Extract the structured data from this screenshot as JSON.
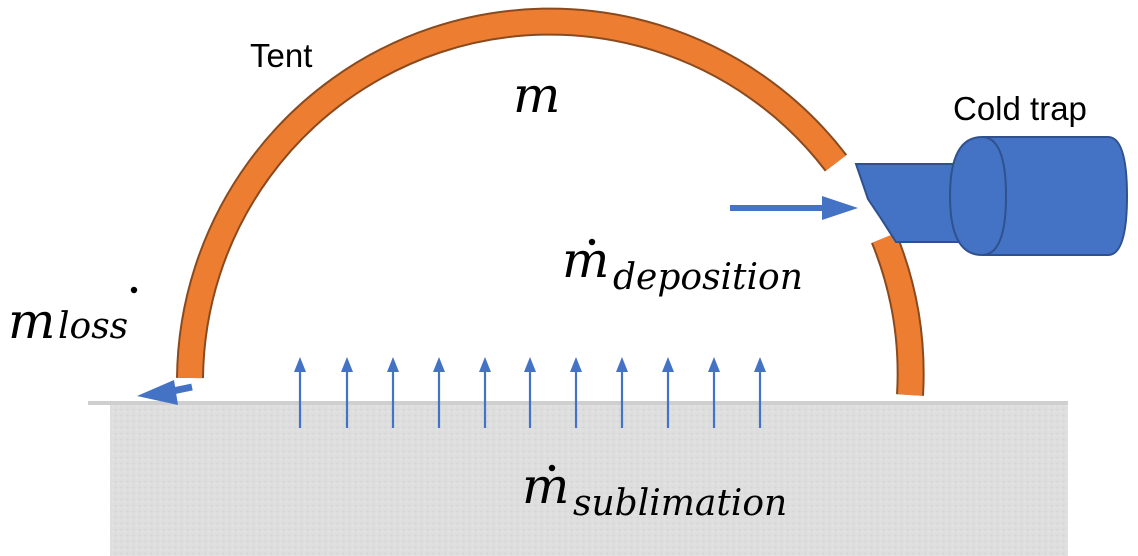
{
  "labels": {
    "tent": "Tent",
    "cold_trap": "Cold trap",
    "mass": "m",
    "m_dot_base": "m",
    "loss_sub": "loss",
    "deposition_sub": "deposition",
    "sublimation_sub": "sublimation"
  },
  "colors": {
    "tent": "#ED7D31",
    "tent_outline": "#8A4A1E",
    "arrows": "#4472C4",
    "cold_trap": "#4472C4",
    "ground": "#DCDCDC"
  },
  "icons": {
    "sublimation_arrows": "up-arrow-icon",
    "deposition_arrow": "right-arrow-icon",
    "loss_arrow": "left-arrow-icon"
  }
}
